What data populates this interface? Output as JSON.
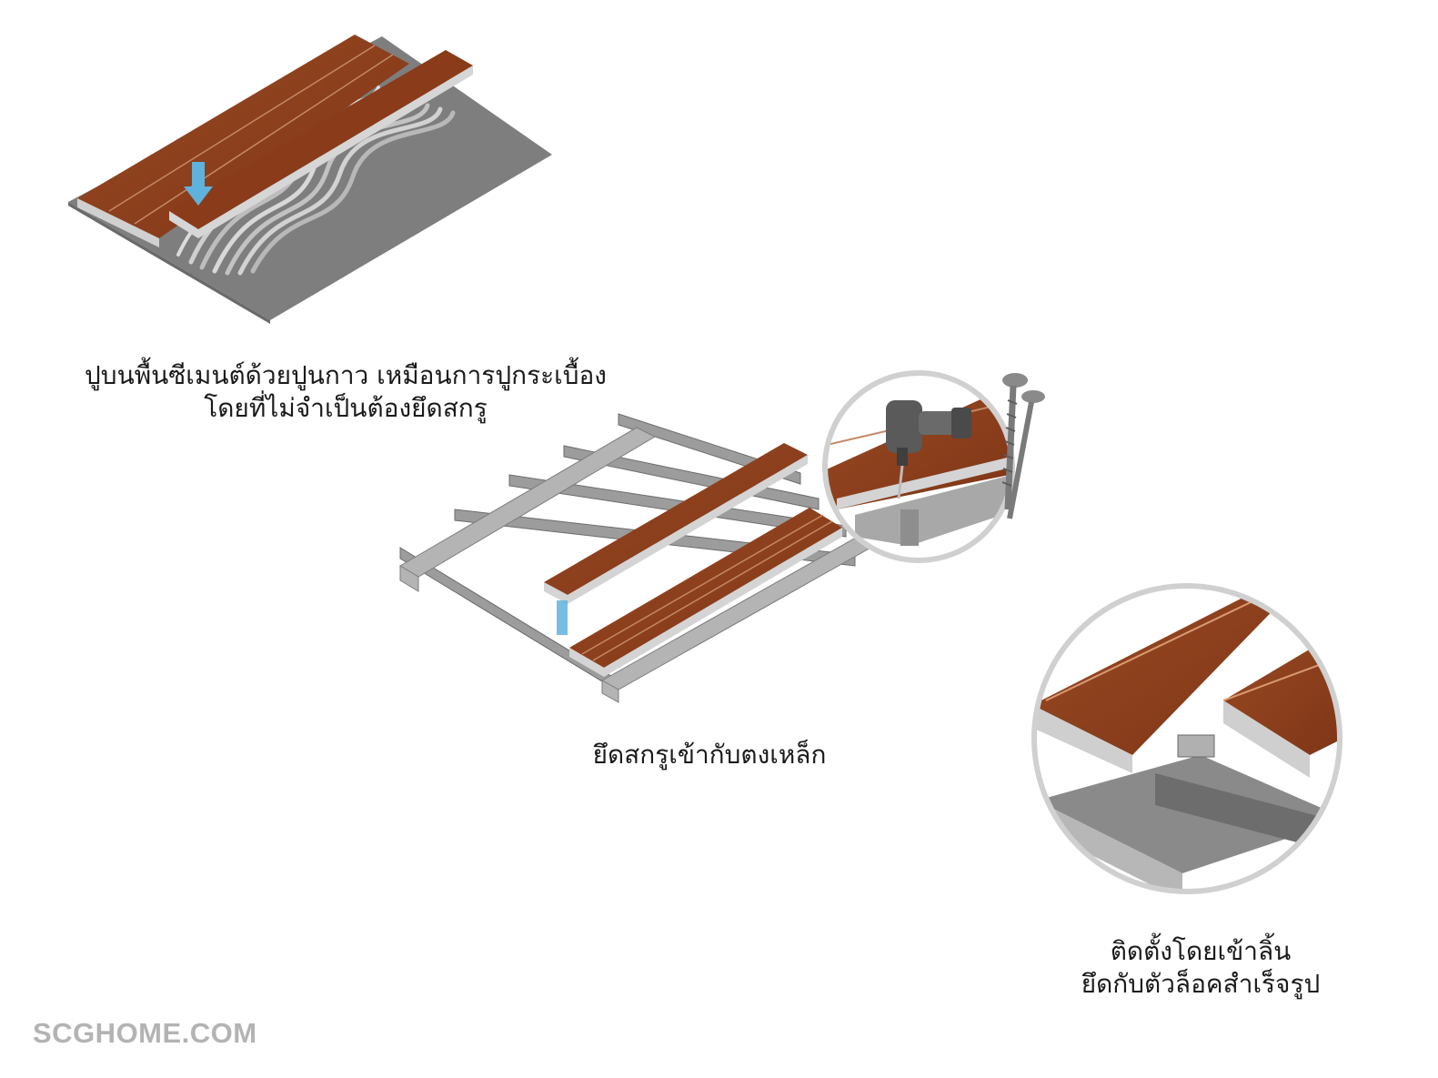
{
  "method_glue": {
    "caption_line1": "ปูบนพื้นซีเมนต์ด้วยปูนกาว เหมือนการปูกระเบื้อง",
    "caption_line2": "โดยที่ไม่จำเป็นต้องยึดสกรู"
  },
  "method_screw": {
    "caption": "ยึดสกรูเข้ากับตงเหล็ก"
  },
  "method_clip": {
    "caption_line1": "ติดตั้งโดยเข้าลิ้น",
    "caption_line2": "ยึดกับตัวล็อคสำเร็จรูป"
  },
  "watermark": "SCGHOME.COM",
  "colors": {
    "wood": "#8e3f1c",
    "wood_dark": "#6e2f14",
    "steel": "#9a9a9a",
    "concrete": "#808080",
    "glue": "#c8c8c8",
    "arrow": "#5fb2dc",
    "watermark": "#b3b3b3",
    "text": "#1a1a1a"
  },
  "icons": [
    "down-arrow-icon",
    "drill-icon",
    "screw-icon"
  ]
}
